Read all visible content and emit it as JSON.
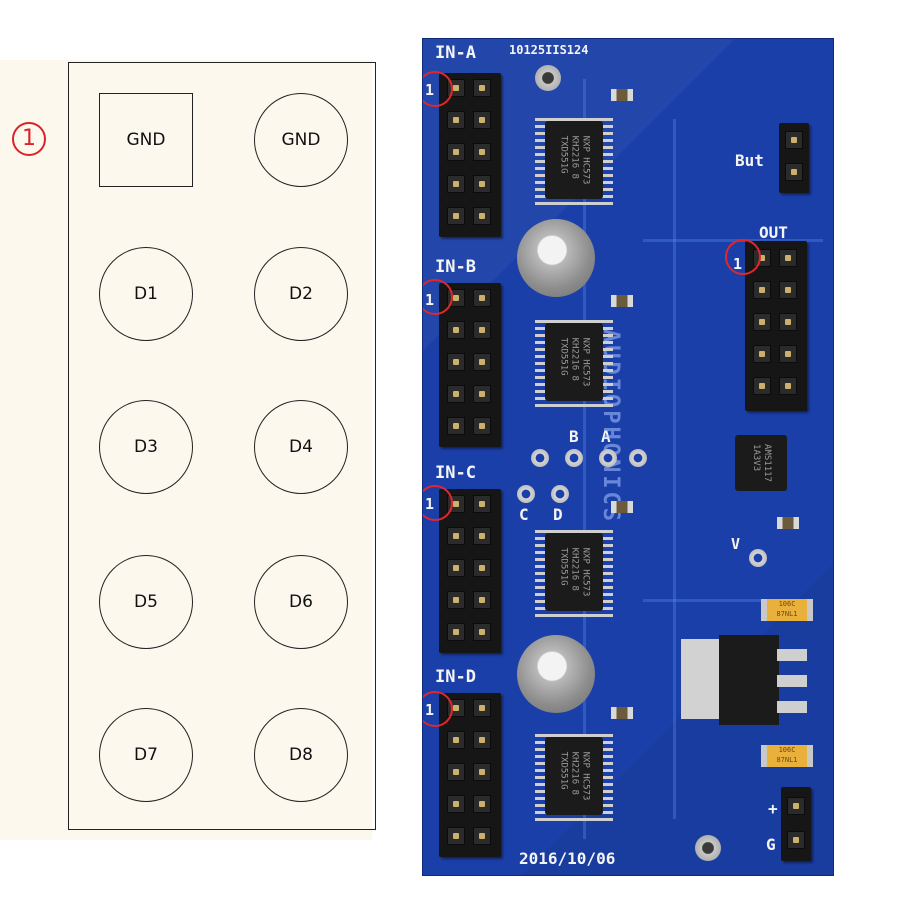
{
  "diagram": {
    "pin1_marker": "1",
    "pins": [
      {
        "label": "GND",
        "shape": "square"
      },
      {
        "label": "GND",
        "shape": "circle"
      },
      {
        "label": "D1",
        "shape": "circle"
      },
      {
        "label": "D2",
        "shape": "circle"
      },
      {
        "label": "D3",
        "shape": "circle"
      },
      {
        "label": "D4",
        "shape": "circle"
      },
      {
        "label": "D5",
        "shape": "circle"
      },
      {
        "label": "D6",
        "shape": "circle"
      },
      {
        "label": "D7",
        "shape": "circle"
      },
      {
        "label": "D8",
        "shape": "circle"
      }
    ]
  },
  "board": {
    "serial": "10125IIS124",
    "date": "2016/10/06",
    "brand": "AUDIOPHONICS",
    "headers": {
      "in_a": "IN-A",
      "in_b": "IN-B",
      "in_c": "IN-C",
      "in_d": "IN-D",
      "out": "OUT"
    },
    "pin_one_labels": {
      "in_a": "1",
      "in_b": "1",
      "in_c": "1",
      "in_d": "1",
      "out": "1"
    },
    "button_label": "But",
    "power_labels": {
      "plus": "+",
      "ground": "G"
    },
    "via_labels": {
      "a": "A",
      "b": "B",
      "c": "C",
      "d": "D",
      "v": "V"
    },
    "chip_marking": "NXP HC573\nKH2216 8\nTXD551G",
    "regulator_marking": "AMS1117\n1A3V3",
    "tantalum_marking": "106C\n87NL1",
    "colors": {
      "pcb": "#1a3fa8",
      "silkscreen": "#f4f4f4",
      "highlight_ring": "#e3262a"
    }
  }
}
